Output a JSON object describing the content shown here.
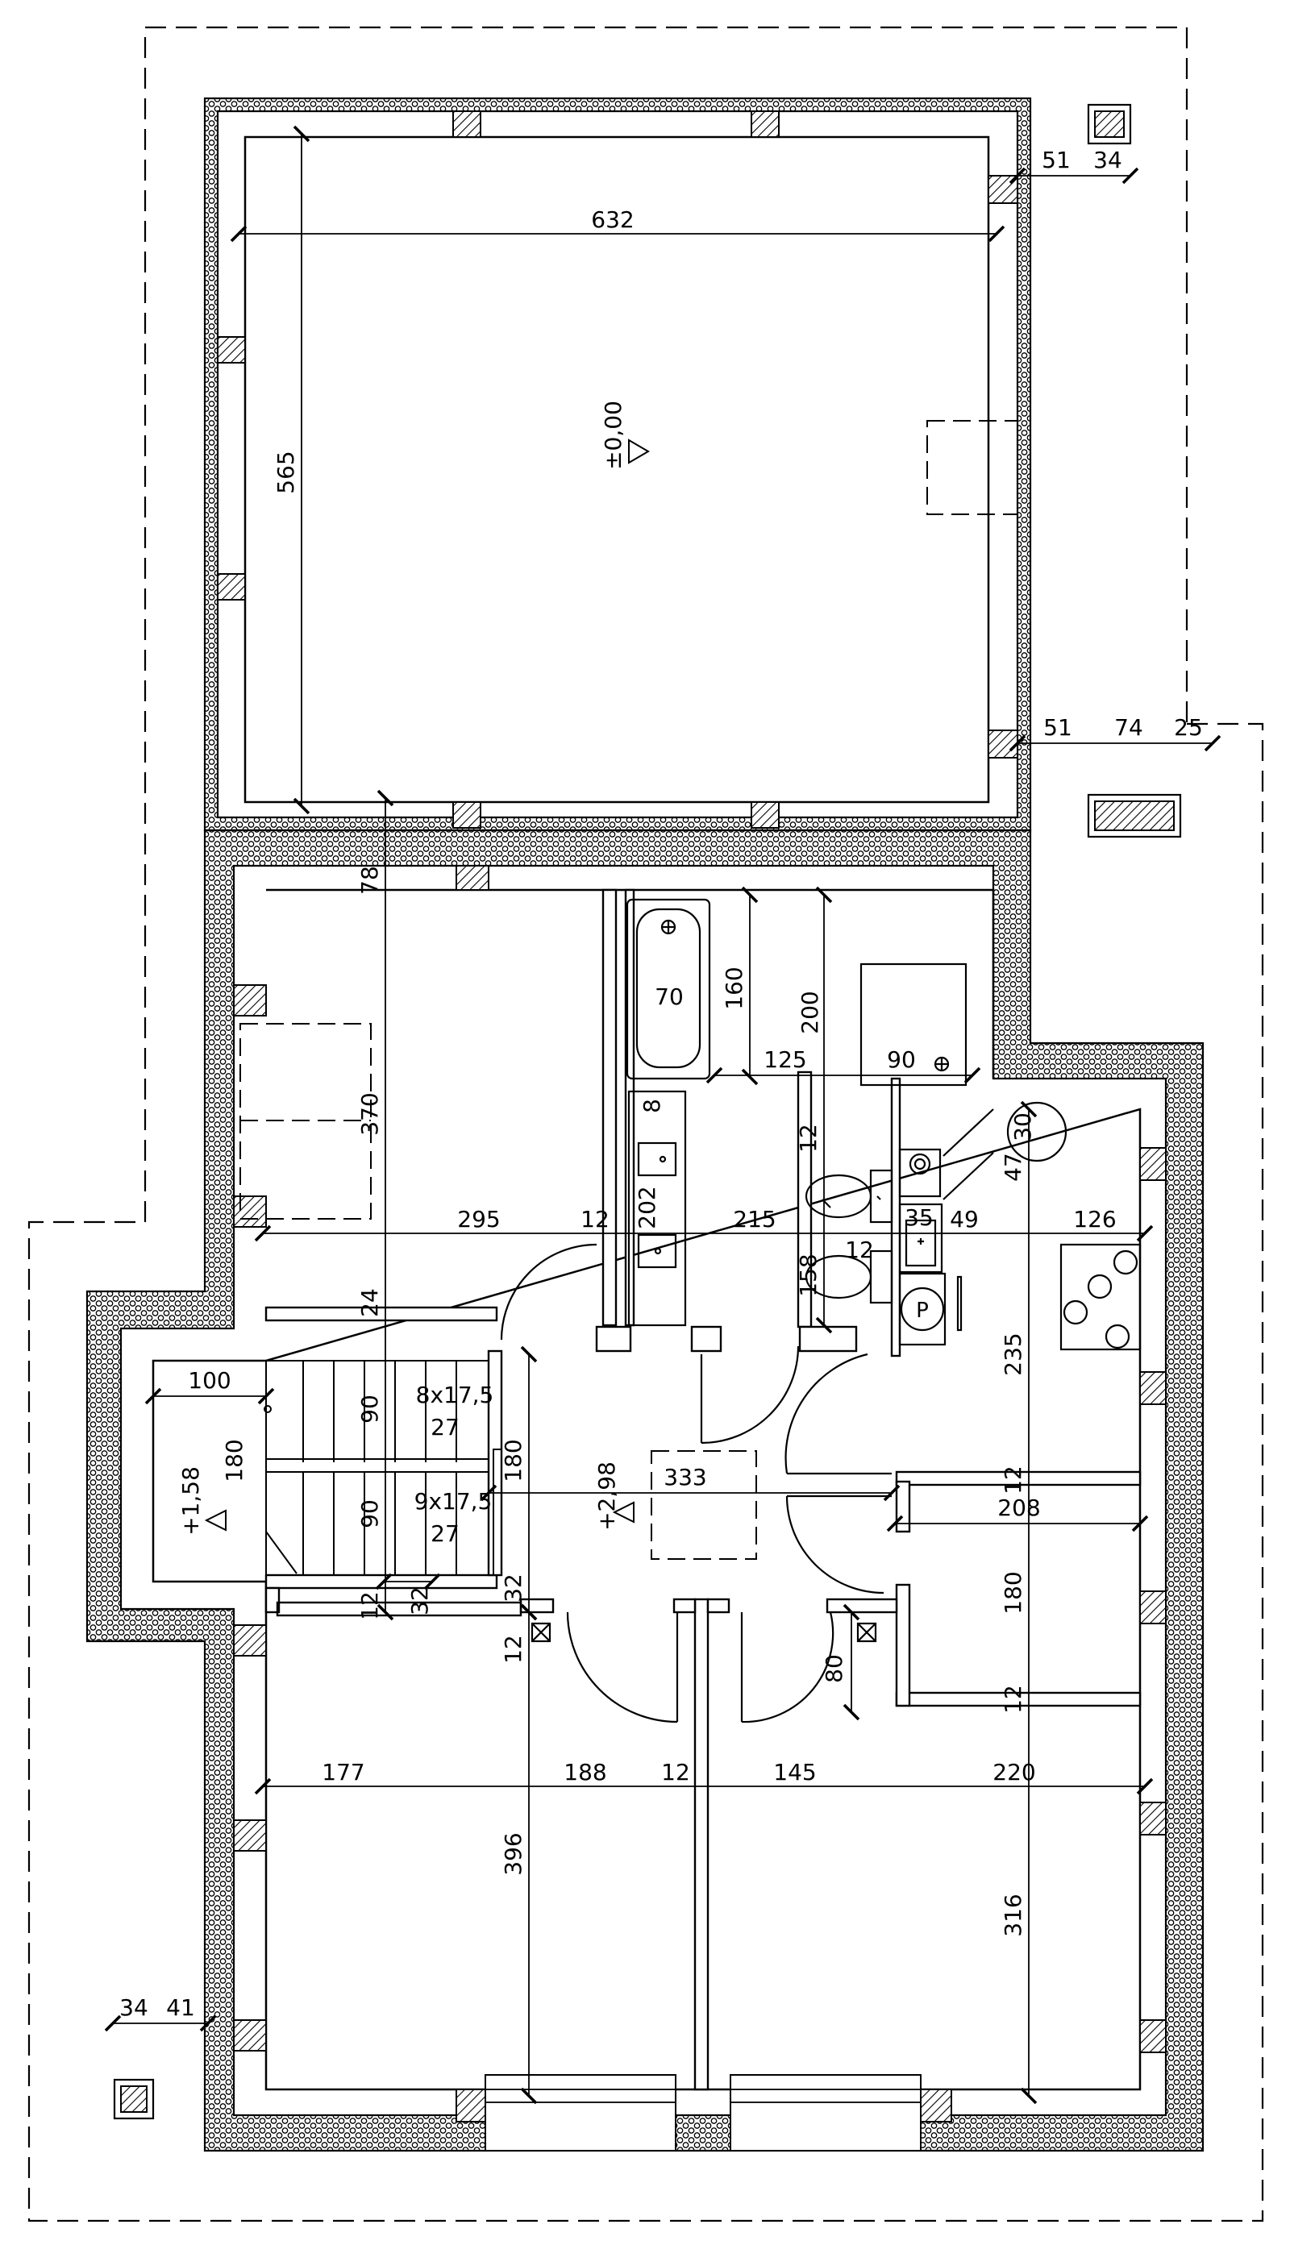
{
  "plan": {
    "level_marks": {
      "garage": "±0,00",
      "landing": "+1,58",
      "hall": "+2,98"
    },
    "stairs": {
      "upper_flight": "8x17,5",
      "upper_tread": "27",
      "lower_flight": "9x17,5",
      "lower_tread": "27"
    },
    "dimensions": {
      "garage_width": "632",
      "garage_depth": "565",
      "chimney_gap_top": "51",
      "chimney_size_top": "34",
      "offset_51": "51",
      "offset_74": "74",
      "offset_25": "25",
      "room_left_depth": "370",
      "room_left_width": "295",
      "d_78": "78",
      "d_12_a": "12",
      "d_24": "24",
      "bath_tub_width": "70",
      "bath_160": "160",
      "bath_200": "200",
      "bath_125": "125",
      "bath_90": "90",
      "d_8": "8",
      "d_202": "202",
      "d_215": "215",
      "d_12_b": "12",
      "d_12_c": "12",
      "d_158": "158",
      "d_35": "35",
      "d_49": "49",
      "d_126": "126",
      "d_30": "30",
      "d_47": "47",
      "kitchen_235": "235",
      "landing_100": "100",
      "landing_180": "180",
      "flight_90_a": "90",
      "flight_90_b": "90",
      "stair_180": "180",
      "hall_333": "333",
      "d_208": "208",
      "d_12_d": "12",
      "room_180": "180",
      "d_12_e": "12",
      "d_32_a": "32",
      "d_32_b": "32",
      "d_12_f": "12",
      "d_80": "80",
      "d_12_g": "12",
      "room_177": "177",
      "room_188": "188",
      "d_12_h": "12",
      "room_145": "145",
      "room_220": "220",
      "room_396": "396",
      "room_316": "316",
      "chimney_34": "34",
      "chimney_41": "41"
    }
  }
}
